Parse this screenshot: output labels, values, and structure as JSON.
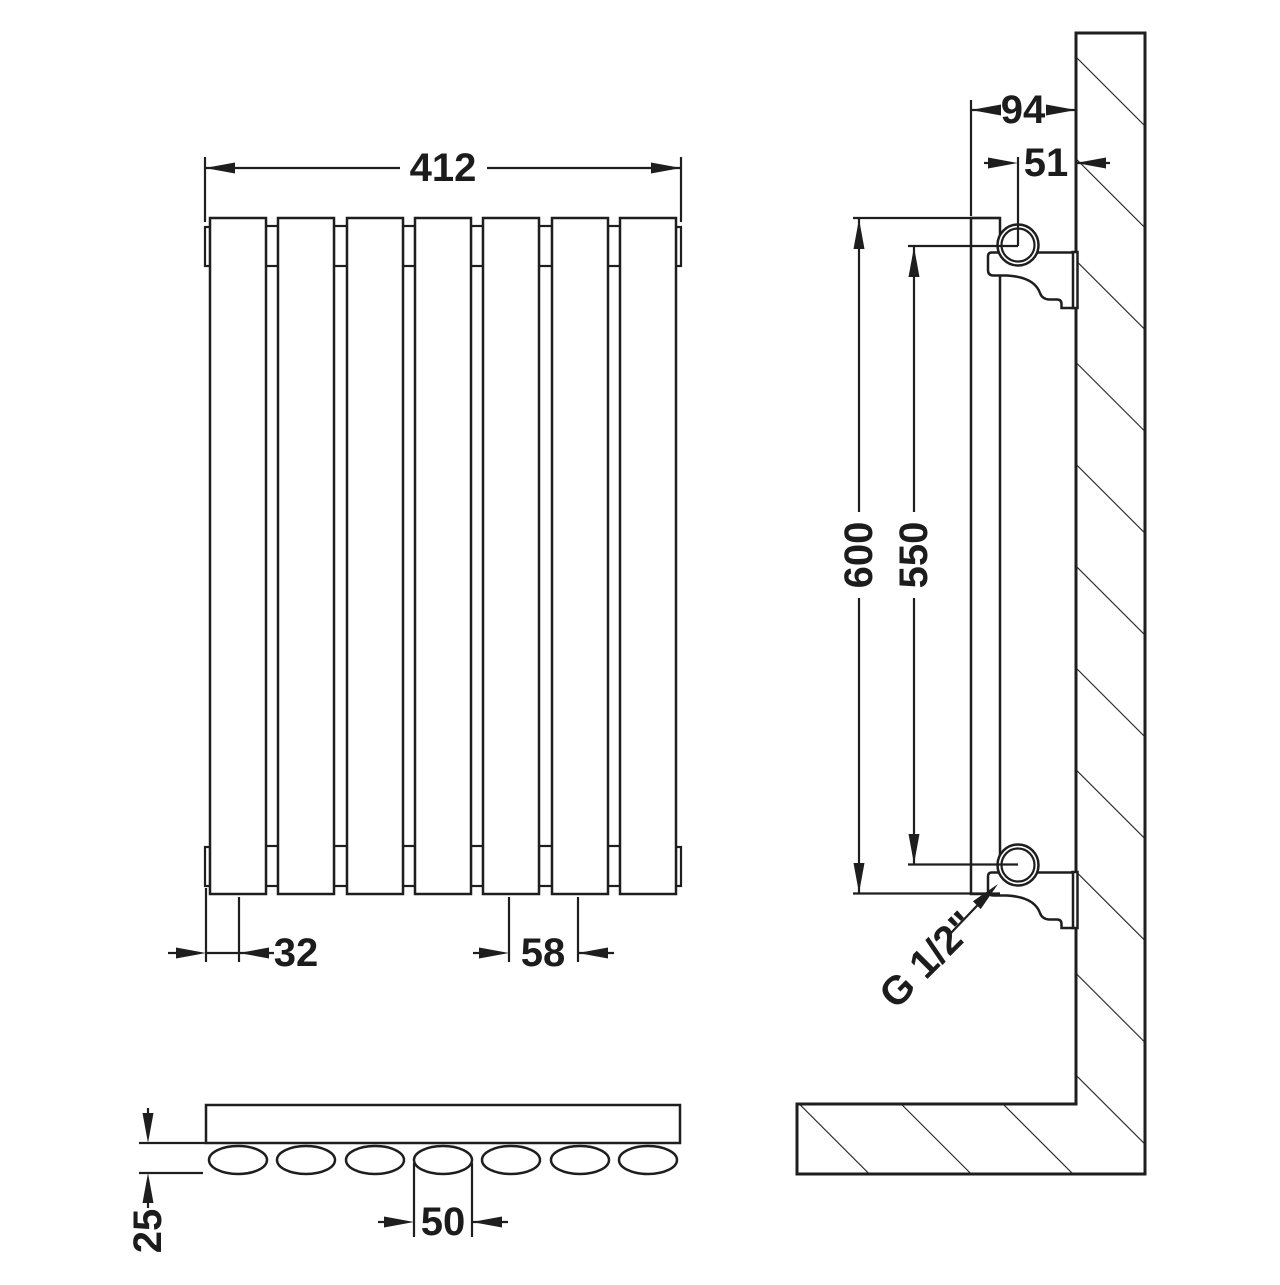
{
  "dimensions": {
    "overall_width": "412",
    "edge_to_first_channel": "32",
    "channel_pitch": "58",
    "tube_width": "50",
    "tube_depth": "25",
    "depth_from_wall": "94",
    "wall_to_pipe_center": "51",
    "overall_height": "600",
    "pipe_centres": "550",
    "connection_size": "G 1/2\""
  },
  "colors": {
    "line": "#1e1e1e",
    "background": "#ffffff"
  }
}
